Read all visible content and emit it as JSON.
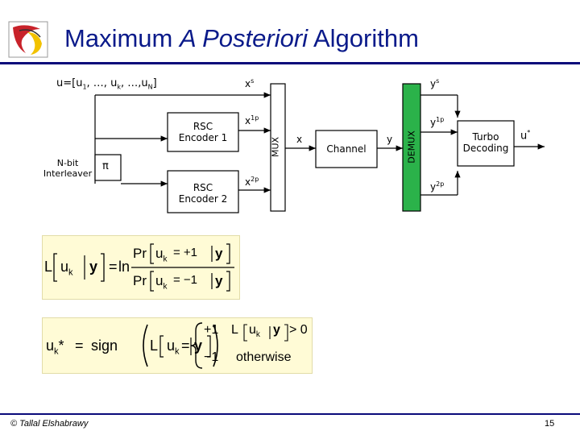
{
  "slide": {
    "title_pre": "Maximum",
    "title_italic": "A Posteriori",
    "title_post": "Algorithm",
    "footer_author": "© Tallal Elshabrawy",
    "page_number": "15"
  },
  "diagram": {
    "input_seq_head": "u=[u",
    "input_seq_sub1": "1",
    "input_seq_mid": ", …, u",
    "input_seq_subk": "k",
    "input_seq_mid2": ", …,u",
    "input_seq_subN": "N",
    "input_seq_tail": "]",
    "interleaver_line1": "N-bit",
    "interleaver_line2": "Interleaver",
    "pi_symbol": "π",
    "rsc1_line1": "RSC",
    "rsc1_line2": "Encoder 1",
    "rsc2_line1": "RSC",
    "rsc2_line2": "Encoder 2",
    "xs_base": "x",
    "xs_sup": "s",
    "x1p_base": "x",
    "x1p_sup": "1p",
    "x2p_base": "x",
    "x2p_sup": "2p",
    "mux_label": "MUX",
    "x_label": "x",
    "channel_label": "Channel",
    "y_label": "y",
    "demux_label": "DEMUX",
    "ys_base": "y",
    "ys_sup": "s",
    "y1p_base": "y",
    "y1p_sup": "1p",
    "y2p_base": "y",
    "y2p_sup": "2p",
    "turbo_line1": "Turbo",
    "turbo_line2": "Decoding",
    "out_base": "u",
    "out_sup": "*"
  },
  "formula1": {
    "L": "L",
    "u": "u",
    "k": "k",
    "y": "y",
    "eq": "=",
    "ln": "ln",
    "pr": "Pr",
    "plus1": "= +1",
    "minus1": "= −1"
  },
  "formula2": {
    "u": "u",
    "k": "k",
    "star": "*",
    "eq": "=",
    "sign": "sign",
    "L": "L",
    "y": "y",
    "case1_val": "+1",
    "case1_cond": "> 0",
    "case2_val": "−1",
    "case2_cond": "otherwise"
  },
  "colors": {
    "title": "#0a1a8a",
    "rule": "#0a0a7a",
    "formula_bg": "#fffbd6",
    "demux_fill": "#2bb24a",
    "logo_red": "#c8222a",
    "logo_yellow": "#f2c200"
  }
}
